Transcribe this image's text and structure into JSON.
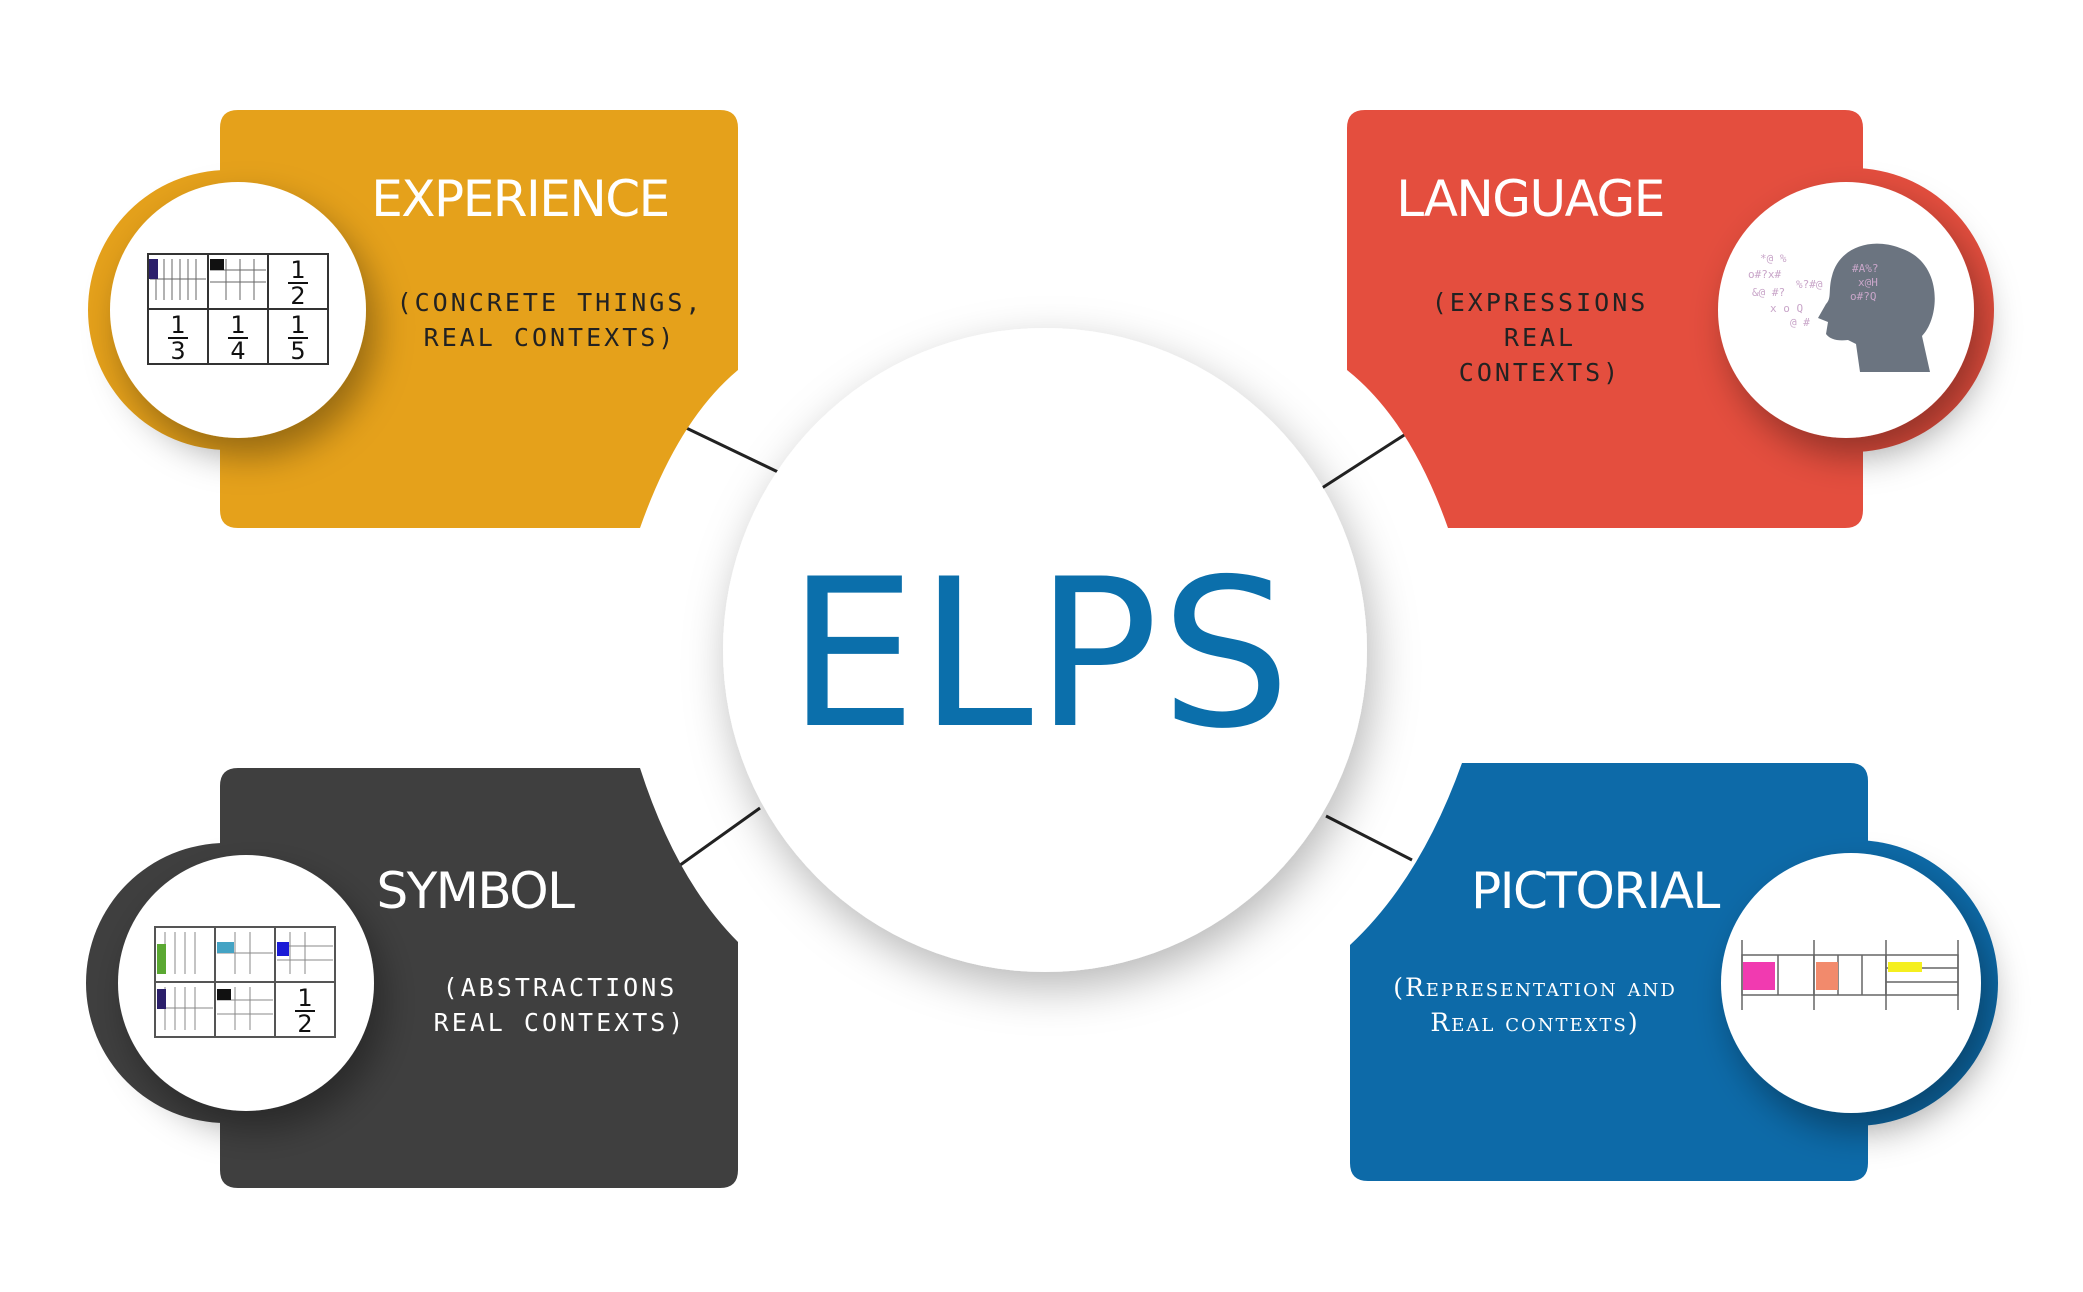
{
  "colors": {
    "experience": "#e5a11b",
    "language": "#e44e3e",
    "symbol": "#3f3f3f",
    "pictorial": "#0d6aa8",
    "center_text": "#0b6fab"
  },
  "center": {
    "title": "ELPS"
  },
  "cards": [
    {
      "key": "experience",
      "title": "EXPERIENCE",
      "subtitle": "(CONCRETE THINGS,\nREAL CONTEXTS)",
      "icon": "fraction-grid-icon"
    },
    {
      "key": "language",
      "title": "LANGUAGE",
      "subtitle": "(EXPRESSIONS\nREAL\nCONTEXTS)",
      "icon": "speaking-head-icon"
    },
    {
      "key": "symbol",
      "title": "SYMBOL",
      "subtitle": "(ABSTRACTIONS\nREAL CONTEXTS)",
      "icon": "fraction-grid-icon"
    },
    {
      "key": "pictorial",
      "title": "PICTORIAL",
      "subtitle": "(Representation and\nReal contexts)",
      "icon": "colored-bars-icon"
    }
  ],
  "fractions": {
    "half": {
      "num": "1",
      "den": "2"
    },
    "third": {
      "num": "1",
      "den": "3"
    },
    "quarter": {
      "num": "1",
      "den": "4"
    },
    "fifth": {
      "num": "1",
      "den": "5"
    }
  }
}
